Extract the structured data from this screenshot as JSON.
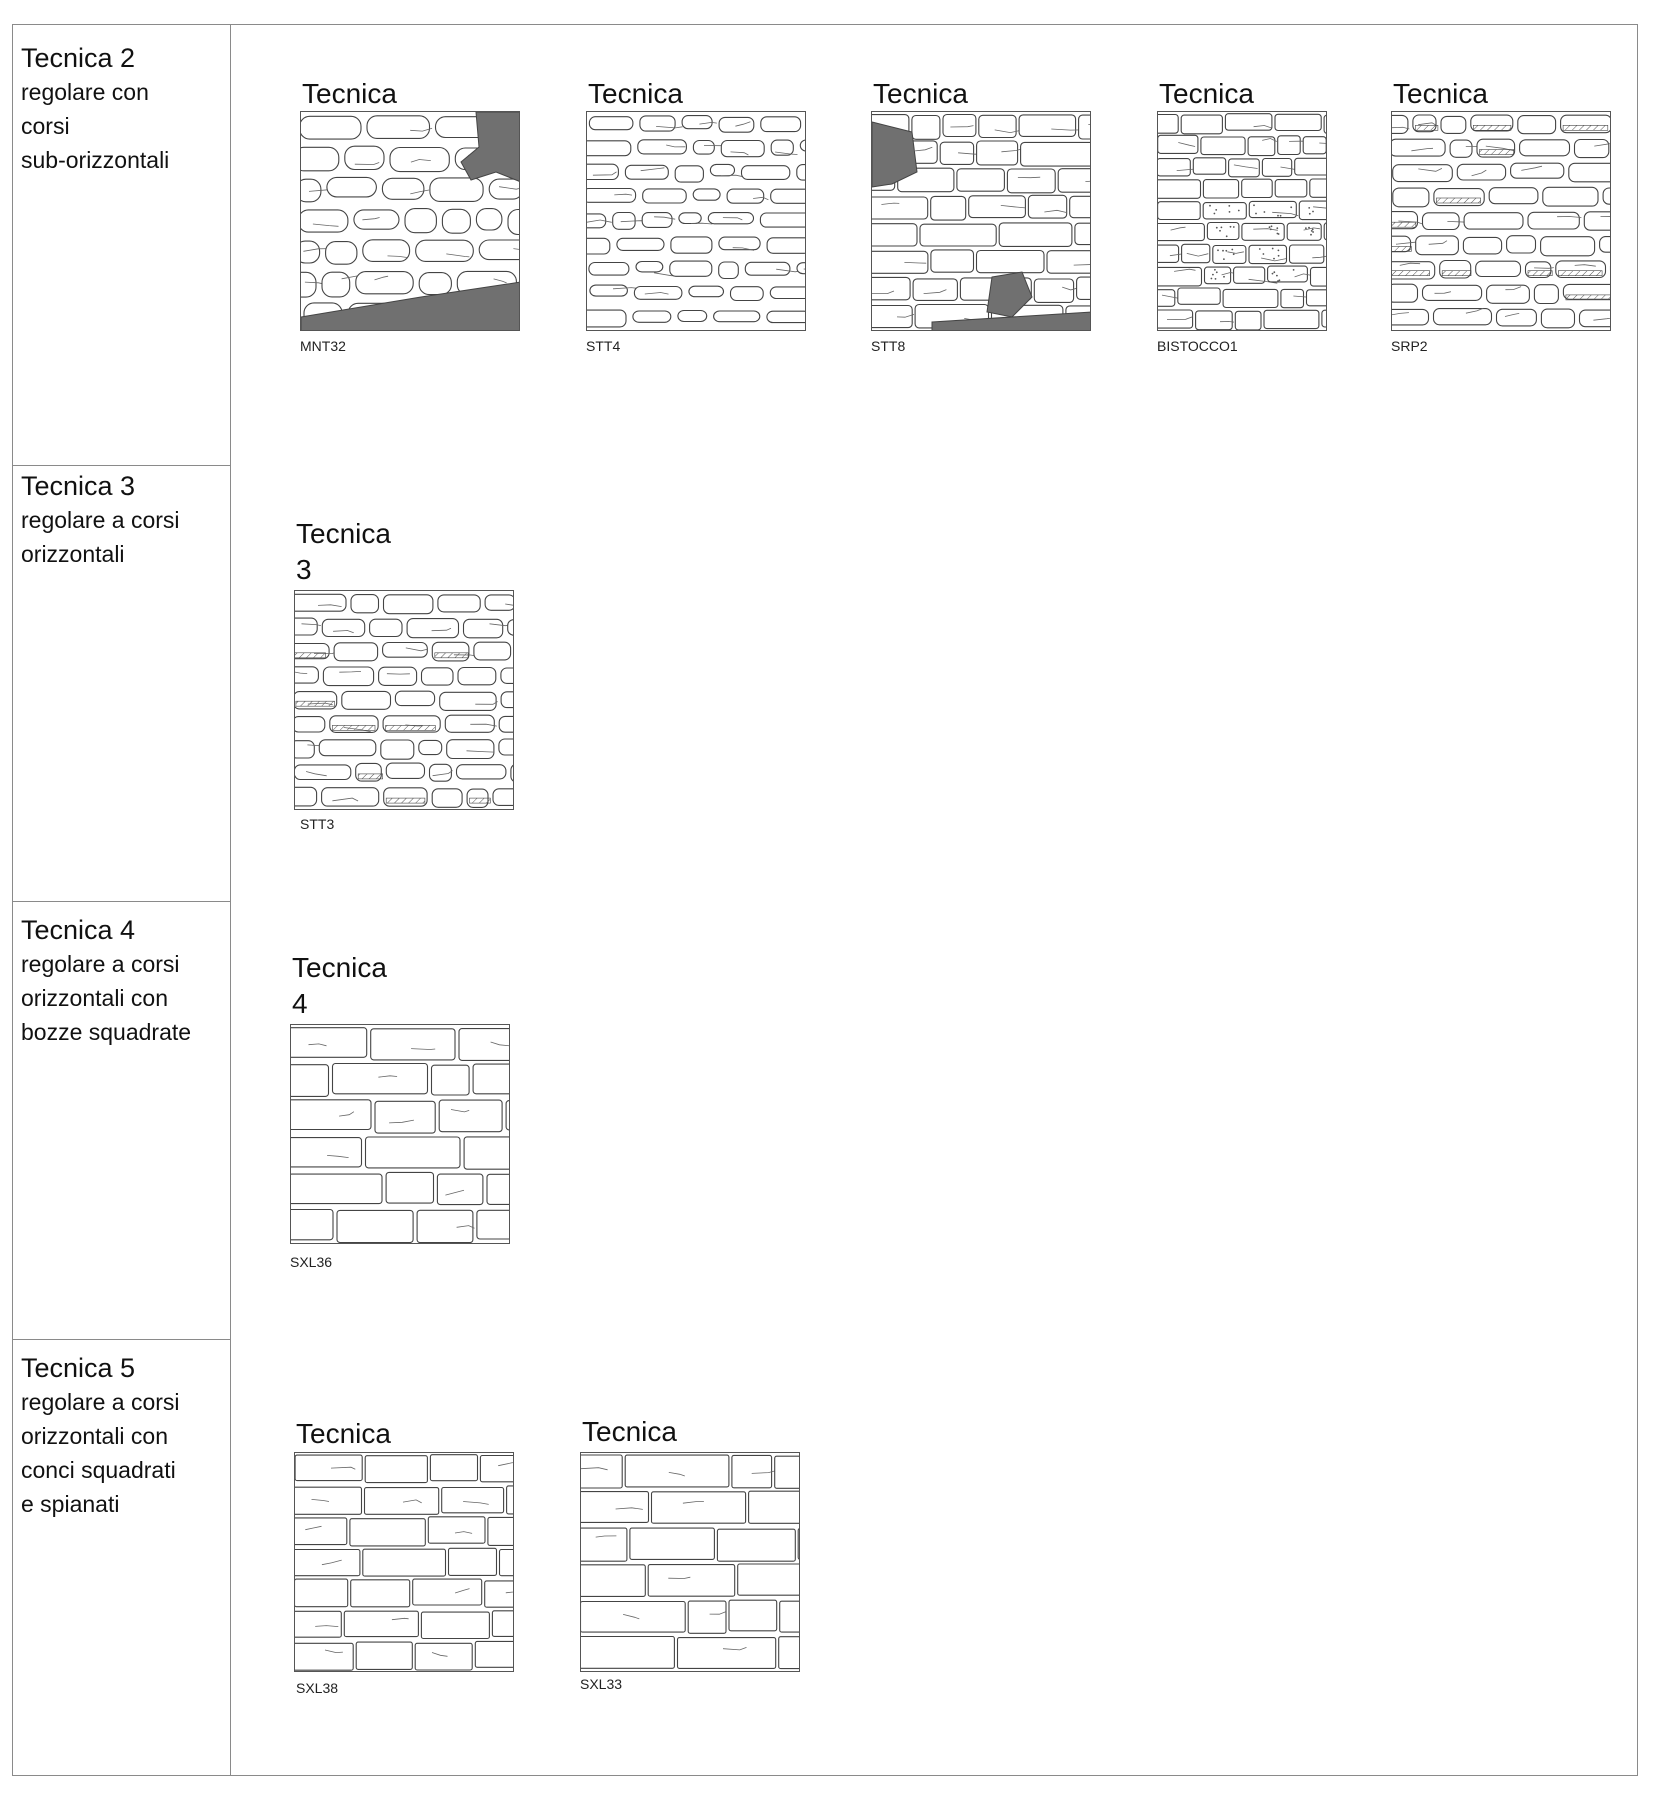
{
  "techniques": [
    {
      "title": "Tecnica 2",
      "desc_lines": [
        "regolare con",
        "corsi",
        "sub-orizzontali"
      ]
    },
    {
      "title": "Tecnica 3",
      "desc_lines": [
        "regolare a corsi",
        "orizzontali"
      ]
    },
    {
      "title": "Tecnica 4",
      "desc_lines": [
        "regolare a corsi",
        "orizzontali con",
        "bozze squadrate"
      ]
    },
    {
      "title": "Tecnica 5",
      "desc_lines": [
        "regolare a corsi",
        "orizzontali con",
        "conci squadrati",
        "e spianati"
      ]
    }
  ],
  "samples": [
    {
      "title": "Tecnica 2",
      "code": "MNT32",
      "style": "irregular",
      "dark": true
    },
    {
      "title": "Tecnica 2A",
      "code": "STT4",
      "style": "mortar",
      "dark": false
    },
    {
      "title": "Tecnica 2B",
      "code": "STT8",
      "style": "courses",
      "dark": true
    },
    {
      "title": "Tecnica 2C",
      "code": "BISTOCCO1",
      "style": "dotted",
      "dark": false
    },
    {
      "title": "Tecnica 2D",
      "code": "SRP2",
      "style": "hatched",
      "dark": false
    },
    {
      "title": "Tecnica 3\nvariante 3A",
      "code": "STT3",
      "style": "hatched",
      "dark": false
    },
    {
      "title": "Tecnica 4\nvariante 4A",
      "code": "SXL36",
      "style": "blocks",
      "dark": false
    },
    {
      "title": "Tecnica 5",
      "code": "SXL38",
      "style": "ashlar",
      "dark": false
    },
    {
      "title": "Tecnica 5C",
      "code": "SXL33",
      "style": "large",
      "dark": false
    }
  ]
}
